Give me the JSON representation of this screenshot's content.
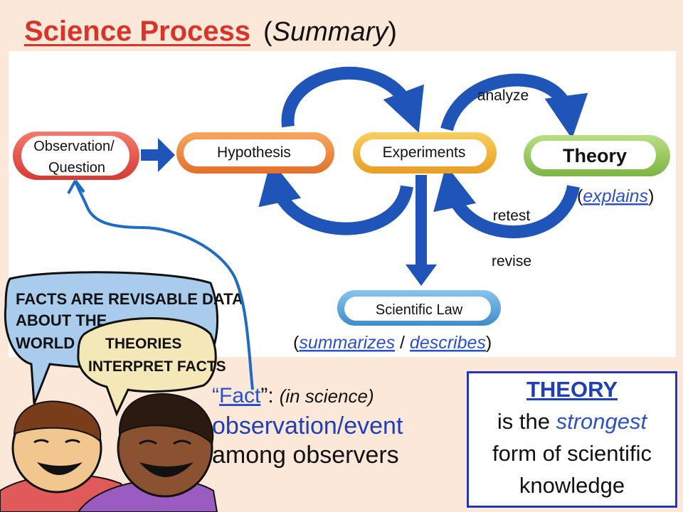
{
  "title": {
    "main": "Science Process",
    "sub_open": "(",
    "sub": "Summary",
    "sub_close": ")"
  },
  "steps": {
    "observation_line1": "Observation/",
    "observation_line2": "Question",
    "hypothesis": "Hypothesis",
    "experiments": "Experiments",
    "theory": "Theory",
    "scientific_law": "Scientific Law"
  },
  "arrow_labels": {
    "analyze": "analyze",
    "retest": "retest",
    "revise": "revise"
  },
  "theory_note": {
    "open": "(",
    "word": "explains",
    "close": ")"
  },
  "law_note": {
    "open": "(",
    "word1": "summarizes",
    "sep": " / ",
    "word2": "describes",
    "close": ")"
  },
  "speech_bubbles": {
    "bubble1_line1": "FACTS ARE REVISABLE DATA",
    "bubble1_line2": "ABOUT THE",
    "bubble1_line3": "WORLD",
    "bubble2_line1": "THEORIES",
    "bubble2_line2": "INTERPRET FACTS"
  },
  "fact_definition": {
    "quote_open": "“",
    "word": "Fact",
    "quote_close": "”:",
    "qualifier": "(in science)",
    "line2": "observation/event",
    "line3": "among observers"
  },
  "theory_box": {
    "title": "THEORY",
    "line2_pre": "is the ",
    "line2_emph": "strongest",
    "line3": "form of scientific",
    "line4": "knowledge"
  },
  "colors": {
    "title_red": "#d9332a",
    "arrow_blue": "#1f55b8",
    "link_blue": "#2b51c8",
    "observation_pill": "#e8504a",
    "hypothesis_pill": "#f08a3a",
    "experiments_pill": "#f2b535",
    "theory_pill": "#98cc5a",
    "law_pill": "#5aa8dc",
    "bubble1": "#a9ccec",
    "bubble2": "#f5e8b8"
  }
}
